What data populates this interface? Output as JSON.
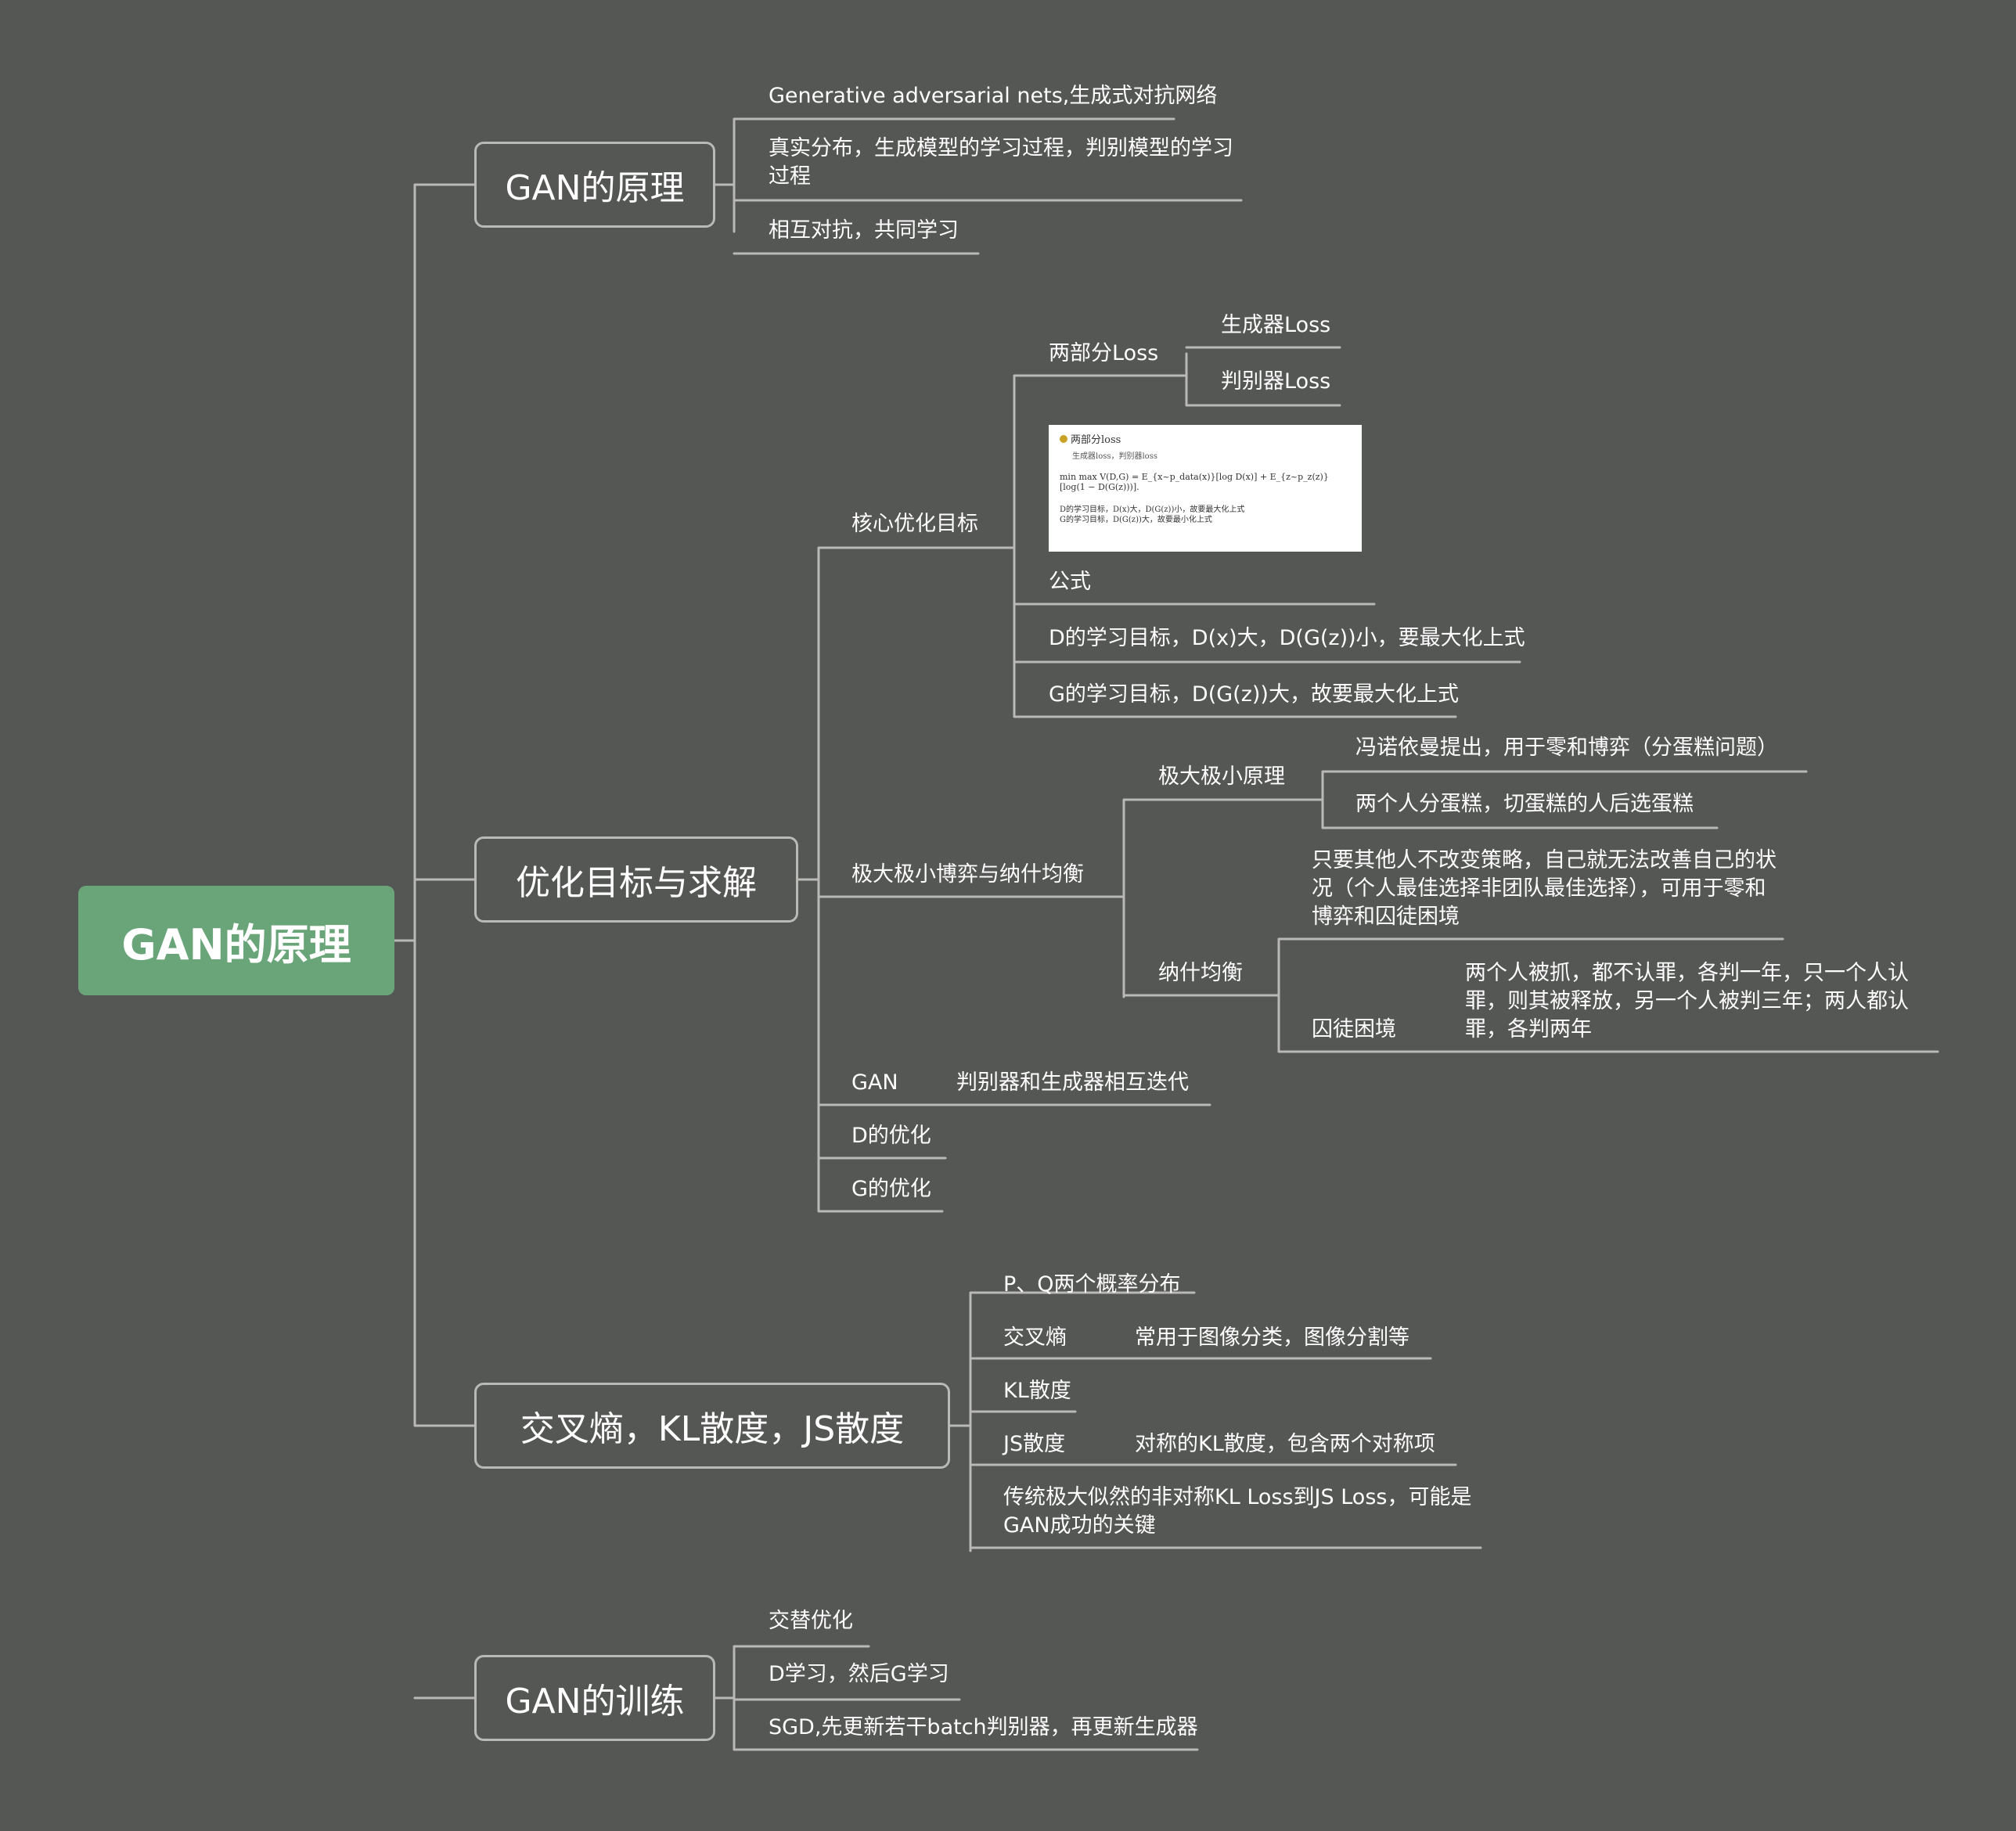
{
  "colors": {
    "background": "#555754",
    "root": "#6aa57a",
    "line": "#b9b9b6",
    "text": "#ffffff"
  },
  "root": "GAN的原理",
  "branches": [
    {
      "label": "GAN的原理",
      "children": [
        "Generative adversarial nets,生成式对抗网络",
        "真实分布，生成模型的学习过程，判别模型的学习过程",
        "相互对抗，共同学习"
      ]
    },
    {
      "label": "优化目标与求解",
      "core": {
        "label": "核心优化目标",
        "two_loss": {
          "label": "两部分Loss",
          "children": [
            "生成器Loss",
            "判别器Loss"
          ]
        },
        "formula_label": "公式",
        "d_goal": "D的学习目标，D(x)大，D(G(z))小，要最大化上式",
        "g_goal": "G的学习目标，D(G(z))大，故要最大化上式",
        "image": {
          "line1": "两部分loss",
          "line2": "生成器loss，判别器loss",
          "formula": "min max V(D,G) = E_{x~p_data(x)}[log D(x)] + E_{z~p_z(z)}[log(1 − D(G(z)))].",
          "line4": "D的学习目标，D(x)大，D(G(z))小，故要最大化上式",
          "line5": "G的学习目标，D(G(z))大，故要最小化上式"
        }
      },
      "minimax": {
        "label": "极大极小博弈与纳什均衡",
        "principle": {
          "label": "极大极小原理",
          "children": [
            "冯诺依曼提出，用于零和博弈（分蛋糕问题）",
            "两个人分蛋糕，切蛋糕的人后选蛋糕"
          ]
        },
        "nash": {
          "label": "纳什均衡",
          "desc": "只要其他人不改变策略，自己就无法改善自己的状况（个人最佳选择非团队最佳选择），可用于零和博弈和囚徒困境",
          "prisoner": {
            "label": "囚徒困境",
            "desc": "两个人被抓，都不认罪，各判一年，只一个人认罪，则其被释放，另一个人被判三年；两人都认罪，各判两年"
          }
        }
      },
      "gan": {
        "label": "GAN",
        "desc": "判别器和生成器相互迭代"
      },
      "d_opt": "D的优化",
      "g_opt": "G的优化"
    },
    {
      "label": "交叉熵，KL散度，JS散度",
      "pq": "P、Q两个概率分布",
      "ce": {
        "label": "交叉熵",
        "desc": "常用于图像分类，图像分割等"
      },
      "kl": "KL散度",
      "js": {
        "label": "JS散度",
        "desc": "对称的KL散度，包含两个对称项"
      },
      "trad": "传统极大似然的非对称KL Loss到JS Loss，可能是GAN成功的关键"
    },
    {
      "label": "GAN的训练",
      "children": [
        "交替优化",
        "D学习，然后G学习",
        "SGD,先更新若干batch判别器，再更新生成器"
      ]
    }
  ]
}
